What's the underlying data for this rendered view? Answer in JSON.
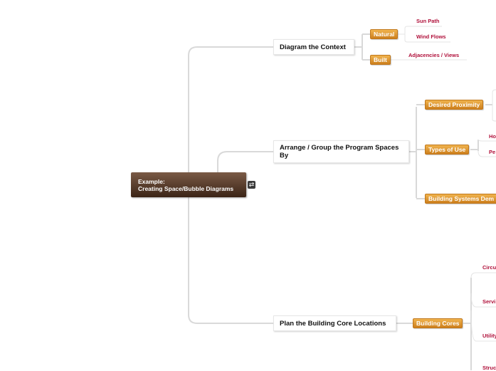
{
  "root": {
    "line1": "Example:",
    "line2": "Creating Space/Bubble Diagrams"
  },
  "topics": {
    "context": "Diagram the Context",
    "arrange": "Arrange / Group the Program Spaces By",
    "cores": "Plan the Building Core Locations"
  },
  "context": {
    "natural": "Natural",
    "built": "Built",
    "sun_path": "Sun Path",
    "wind_flows": "Wind Flows",
    "adjacencies": "Adjacencies / Views"
  },
  "arrange": {
    "desired_proximity": "Desired Proximity",
    "types_of_use": "Types of Use",
    "building_systems": "Building Systems Dem",
    "ho": "Ho",
    "pe": "Pe"
  },
  "cores": {
    "building_cores": "Building Cores",
    "circu": "Circu",
    "servi": "Servi",
    "utility": "Utility",
    "struc": "Struc"
  },
  "colors": {
    "root_bg": "#4a2f1f",
    "pill_bg": "#e29a34",
    "leaf_text": "#b0103a",
    "connector": "#d9d9d9"
  }
}
